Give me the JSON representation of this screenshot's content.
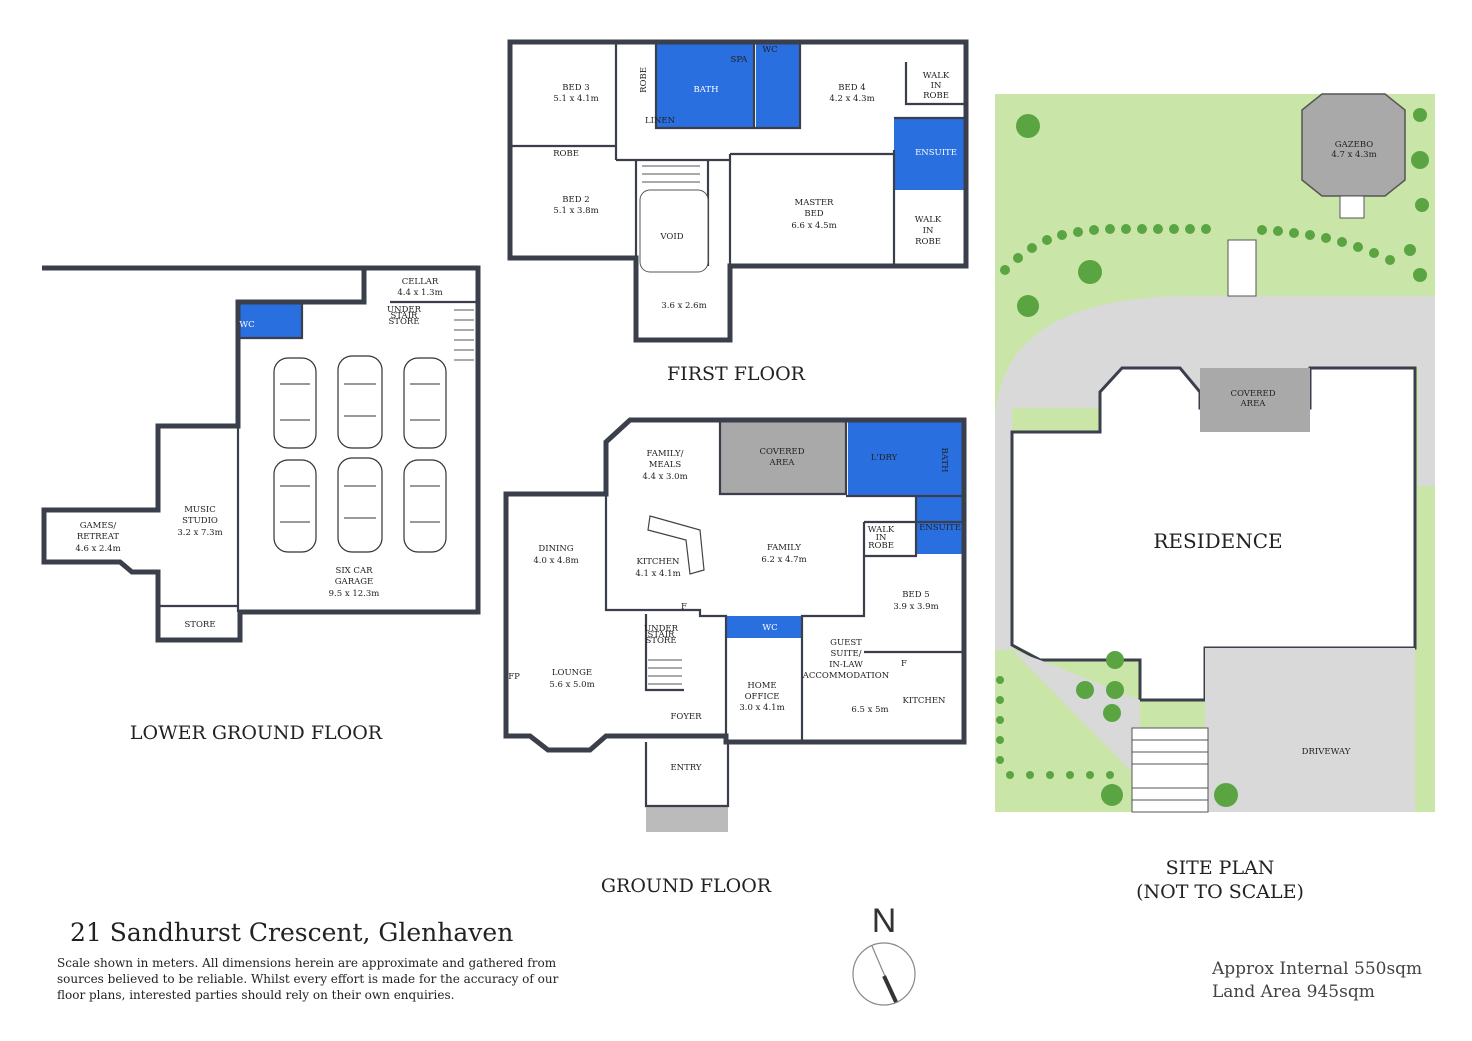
{
  "floors": {
    "first": {
      "title": "FIRST FLOOR",
      "rooms": {
        "bed3": {
          "name": "BED 3",
          "size": "5.1 x 4.1m"
        },
        "bath": {
          "name": "BATH"
        },
        "spa": {
          "name": "SPA"
        },
        "wc": {
          "name": "WC"
        },
        "robe_a": {
          "name": "ROBE"
        },
        "linen": {
          "name": "LINEN"
        },
        "bed4": {
          "name": "BED 4",
          "size": "4.2 x 4.3m"
        },
        "wir_top": {
          "name_lines": [
            "WALK",
            "IN",
            "ROBE"
          ]
        },
        "ensuite": {
          "name": "ENSUITE"
        },
        "robe_b": {
          "name": "ROBE"
        },
        "bed2": {
          "name": "BED 2",
          "size": "5.1 x 3.8m"
        },
        "void": {
          "name": "VOID"
        },
        "master": {
          "name_lines": [
            "MASTER",
            "BED"
          ],
          "size": "6.6 x 4.5m"
        },
        "wir_master": {
          "name_lines": [
            "WALK",
            "IN",
            "ROBE"
          ]
        },
        "balcony": {
          "size": "3.6 x 2.6m"
        }
      }
    },
    "ground": {
      "title": "GROUND FLOOR",
      "rooms": {
        "family_meals": {
          "name_lines": [
            "FAMILY/",
            "MEALS"
          ],
          "size": "4.4 x 3.0m"
        },
        "covered": {
          "name_lines": [
            "COVERED",
            "AREA"
          ]
        },
        "ldry": {
          "name": "L'DRY"
        },
        "bath": {
          "name": "BATH"
        },
        "dining": {
          "name": "DINING",
          "size": "4.0 x 4.8m"
        },
        "kitchen": {
          "name": "KITCHEN",
          "size": "4.1 x 4.1m"
        },
        "family": {
          "name": "FAMILY",
          "size": "6.2 x 4.7m"
        },
        "wir": {
          "name_lines": [
            "WALK",
            "IN",
            "ROBE"
          ]
        },
        "ensuite": {
          "name": "ENSUITE"
        },
        "bed5": {
          "name": "BED 5",
          "size": "3.9 x 3.9m"
        },
        "fridge_a": {
          "name": "F"
        },
        "understair": {
          "name_lines": [
            "UNDER",
            "STAIR",
            "STORE"
          ]
        },
        "wc": {
          "name": "WC"
        },
        "guest": {
          "name_lines": [
            "GUEST",
            "SUITE/",
            "IN-LAW",
            "ACCOMMODATION"
          ]
        },
        "fridge_b": {
          "name": "F"
        },
        "fp": {
          "name": "FP"
        },
        "lounge": {
          "name": "LOUNGE",
          "size": "5.6 x 5.0m"
        },
        "office": {
          "name_lines": [
            "HOME",
            "OFFICE"
          ],
          "size": "3.0 x 4.1m"
        },
        "guest_size": {
          "size": "6.5 x 5m"
        },
        "guest_kitchen": {
          "name": "KITCHEN"
        },
        "foyer": {
          "name": "FOYER"
        },
        "entry": {
          "name": "ENTRY"
        }
      }
    },
    "lower": {
      "title": "LOWER GROUND FLOOR",
      "rooms": {
        "cellar": {
          "name": "CELLAR",
          "size": "4.4 x 1.3m"
        },
        "wc": {
          "name": "WC"
        },
        "understair": {
          "name_lines": [
            "UNDER",
            "STAIR",
            "STORE"
          ]
        },
        "music": {
          "name_lines": [
            "MUSIC",
            "STUDIO"
          ],
          "size": "3.2 x 7.3m"
        },
        "games": {
          "name_lines": [
            "GAMES/",
            "RETREAT"
          ],
          "size": "4.6 x 2.4m"
        },
        "garage": {
          "name_lines": [
            "SIX CAR",
            "GARAGE"
          ],
          "size": "9.5 x 12.3m"
        },
        "store": {
          "name": "STORE"
        }
      }
    }
  },
  "site_plan": {
    "title_lines": [
      "SITE PLAN",
      "(NOT TO SCALE)"
    ],
    "gazebo": {
      "name": "GAZEBO",
      "size": "4.7 x 4.3m"
    },
    "covered": {
      "name_lines": [
        "COVERED",
        "AREA"
      ]
    },
    "residence": "RESIDENCE",
    "driveway": "DRIVEWAY"
  },
  "compass": {
    "label": "N"
  },
  "address": "21 Sandhurst Crescent, Glenhaven",
  "disclaimer": "Scale shown in meters. All dimensions herein are approximate and gathered from sources believed to be  reliable. Whilst every effort is made for the accuracy of our floor plans, interested parties should rely on their own enquiries.",
  "areas": {
    "internal": "Approx Internal 550sqm",
    "land": "Land Area  945sqm"
  },
  "colors": {
    "wet_area": "#2a6fe0",
    "covered": "#a9a9a9",
    "lawn": "#c9e6a8",
    "hedge": "#5aa542",
    "paving": "#d9d9d9",
    "wall": "#3a3f4b"
  }
}
